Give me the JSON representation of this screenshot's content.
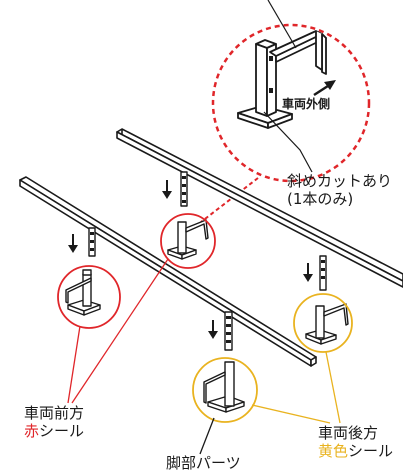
{
  "labels": {
    "vehicle_outer": "車両外側",
    "diagonal_cut_line1": "斜めカットあり",
    "diagonal_cut_line2": "(1本のみ)",
    "front_line1": "車両前方",
    "front_color_word": "赤",
    "front_sticker": "シール",
    "rear_line1": "車両後方",
    "rear_color_word": "黄色",
    "rear_sticker": "シール",
    "leg_parts": "脚部パーツ"
  },
  "colors": {
    "front_marker": "#e0262a",
    "rear_marker": "#e9b320",
    "line_art": "#1a1a1a"
  }
}
